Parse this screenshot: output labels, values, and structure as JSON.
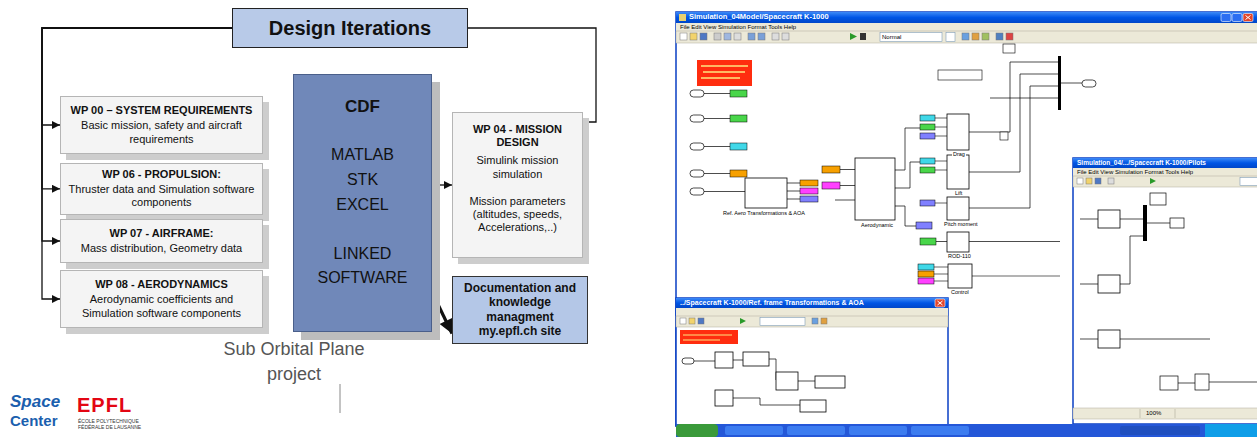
{
  "diagram": {
    "caption": "Sub Orbital Plane project",
    "nodes": [
      {
        "text": [
          "Design Iterations"
        ]
      },
      {
        "text": [
          "WP 00 – SYSTEM REQUIREMENTS",
          "Basic mission, safety and aircraft requirements"
        ]
      },
      {
        "text": [
          "WP 06 - PROPULSION:",
          "Thruster data and Simulation software components"
        ]
      },
      {
        "text": [
          "WP 07 - AIRFRAME:",
          "Mass distribution, Geometry data"
        ]
      },
      {
        "text": [
          "WP 08 - AERODYNAMICS",
          "Aerodynamic coefficients and Simulation software components"
        ]
      },
      {
        "text": [
          "CDF",
          "MATLAB",
          "STK",
          "EXCEL",
          "LINKED SOFTWARE"
        ]
      },
      {
        "text": [
          "WP 04 - MISSION DESIGN",
          "Simulink mission simulation",
          "Mission parameters (altitudes, speeds, Accelerations,..)"
        ]
      },
      {
        "text": [
          "Documentation and knowledge managment my.epfl.ch site"
        ]
      }
    ],
    "edges": [
      {
        "from": 6,
        "to": 0,
        "arrow": "none"
      },
      {
        "from": 0,
        "to": 1,
        "arrow": "to"
      },
      {
        "from": 0,
        "to": 2,
        "arrow": "to"
      },
      {
        "from": 0,
        "to": 3,
        "arrow": "to"
      },
      {
        "from": 0,
        "to": 4,
        "arrow": "to"
      },
      {
        "from": 5,
        "to": 6,
        "arrow": "to"
      },
      {
        "from": 5,
        "to": 7,
        "arrow": "to"
      }
    ],
    "labels": [
      "Space",
      "Center",
      "EPFL",
      "ÉCOLE POLYTECHNIQUE FÉDÉRALE DE LAUSANNE",
      "Simulation_04Model/Spacecraft K-1000",
      "File Edit View Simulation Format Tools Help",
      "Normal",
      "Ref. Aero Transformations & AOA",
      "Aerodynamic",
      "Drag",
      "Lift",
      "Pitch moment",
      "ROD-110",
      "Control",
      "Simulation_04/.../Spacecraft K-1000/Pilots",
      "File Edit View Simulation Format Tools Help",
      "../Spacecraft K-1000/Ref. frame Transformations & AOA",
      "100%"
    ]
  }
}
